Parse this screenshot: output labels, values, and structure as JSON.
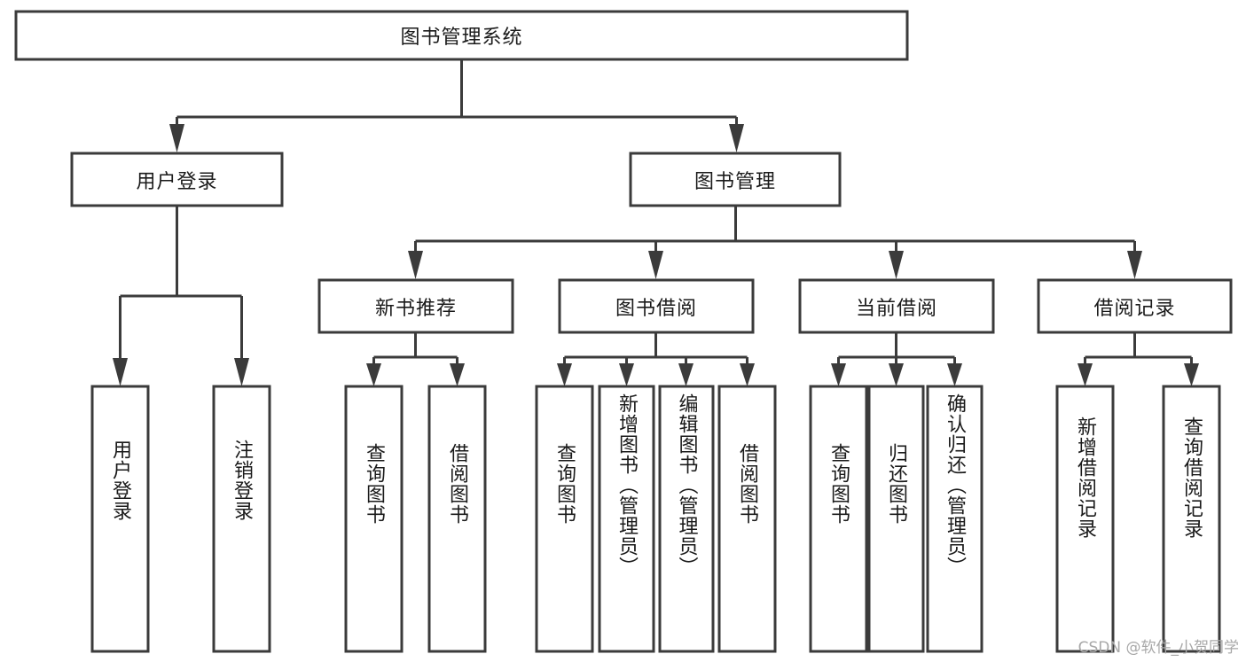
{
  "diagram": {
    "title": "图书管理系统",
    "type": "hierarchy-tree",
    "watermark": "CSDN @软件_小贺同学",
    "colors": {
      "stroke": "#3b3b3b",
      "fill": "#ffffff",
      "text": "#1a1a1a",
      "watermark": "#a8a8a8"
    },
    "levels": {
      "level1": [
        {
          "id": "root",
          "label": "图书管理系统",
          "orientation": "horizontal"
        }
      ],
      "level2": [
        {
          "id": "user-login",
          "label": "用户登录",
          "orientation": "horizontal"
        },
        {
          "id": "book-management",
          "label": "图书管理",
          "orientation": "horizontal"
        }
      ],
      "level3": [
        {
          "id": "new-book-recommend",
          "label": "新书推荐",
          "orientation": "horizontal",
          "parent": "book-management"
        },
        {
          "id": "book-borrow",
          "label": "图书借阅",
          "orientation": "horizontal",
          "parent": "book-management"
        },
        {
          "id": "current-borrow",
          "label": "当前借阅",
          "orientation": "horizontal",
          "parent": "book-management"
        },
        {
          "id": "borrow-record",
          "label": "借阅记录",
          "orientation": "horizontal",
          "parent": "book-management"
        }
      ],
      "level4": [
        {
          "id": "leaf-user-login",
          "label": "用户登录",
          "orientation": "vertical",
          "parent": "user-login"
        },
        {
          "id": "leaf-logout",
          "label": "注销登录",
          "orientation": "vertical",
          "parent": "user-login"
        },
        {
          "id": "leaf-query-book-rec",
          "label": "查询图书",
          "orientation": "vertical",
          "parent": "new-book-recommend"
        },
        {
          "id": "leaf-borrow-book-rec",
          "label": "借阅图书",
          "orientation": "vertical",
          "parent": "new-book-recommend"
        },
        {
          "id": "leaf-query-book-borrow",
          "label": "查询图书",
          "orientation": "vertical",
          "parent": "book-borrow"
        },
        {
          "id": "leaf-add-book",
          "label": "新增图书（管理员）",
          "orientation": "vertical",
          "parent": "book-borrow"
        },
        {
          "id": "leaf-edit-book",
          "label": "编辑图书（管理员）",
          "orientation": "vertical",
          "parent": "book-borrow"
        },
        {
          "id": "leaf-borrow-book",
          "label": "借阅图书",
          "orientation": "vertical",
          "parent": "book-borrow"
        },
        {
          "id": "leaf-query-book-current",
          "label": "查询图书",
          "orientation": "vertical",
          "parent": "current-borrow"
        },
        {
          "id": "leaf-return-book",
          "label": "归还图书",
          "orientation": "vertical",
          "parent": "current-borrow"
        },
        {
          "id": "leaf-confirm-return",
          "label": "确认归还（管理员）",
          "orientation": "vertical",
          "parent": "current-borrow"
        },
        {
          "id": "leaf-add-record",
          "label": "新增借阅记录",
          "orientation": "vertical",
          "parent": "borrow-record"
        },
        {
          "id": "leaf-query-record",
          "label": "查询借阅记录",
          "orientation": "vertical",
          "parent": "borrow-record"
        }
      ]
    }
  }
}
